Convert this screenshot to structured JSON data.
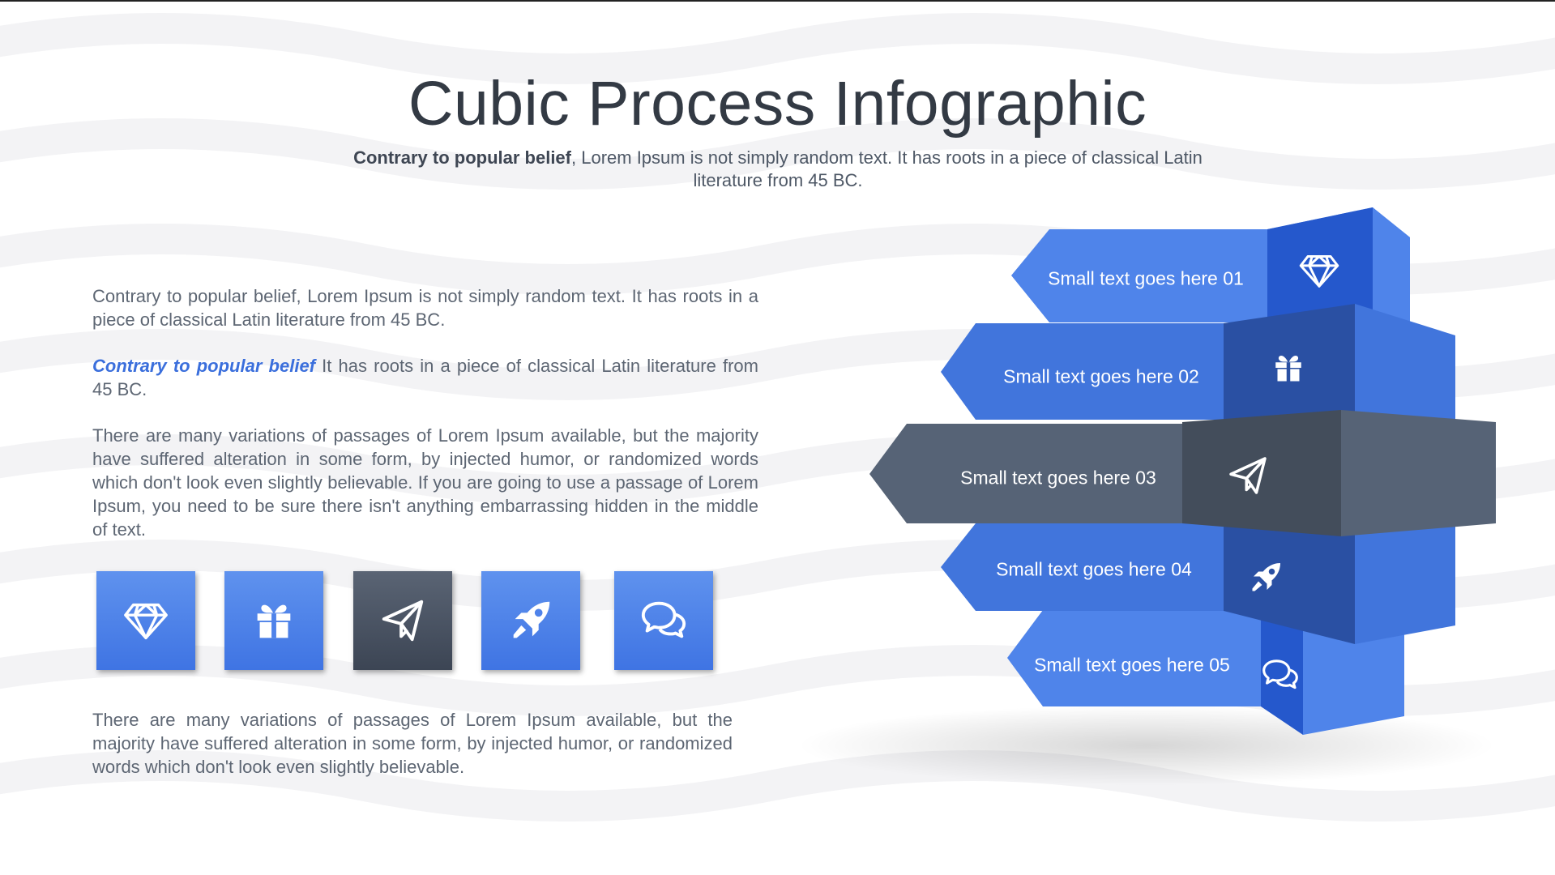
{
  "title": "Cubic Process Infographic",
  "subtitle": {
    "bold": "Contrary to popular belief",
    "rest": ", Lorem Ipsum is not simply random text. It has roots in a piece of classical Latin literature from 45 BC."
  },
  "paragraphs": {
    "p1": "Contrary to popular belief, Lorem Ipsum is not simply random text. It has roots in a piece of classical Latin literature from 45 BC.",
    "p2_emphasis": "Contrary to popular belief",
    "p2_rest": " It has roots in a piece of classical Latin literature from 45 BC.",
    "p3": "There are many variations of passages of Lorem Ipsum available, but the majority have suffered alteration in some form, by injected humor, or randomized words which don't look even slightly believable. If you are going to use a passage of Lorem Ipsum, you need to be sure there isn't anything embarrassing hidden in the middle of text.",
    "p4": "There are many variations of passages of Lorem Ipsum available, but the majority have suffered alteration in some form, by injected humor, or randomized words which don't look even slightly believable."
  },
  "icon_row": [
    {
      "icon": "diamond-icon",
      "style": "blue"
    },
    {
      "icon": "gift-icon",
      "style": "blue"
    },
    {
      "icon": "paper-plane-icon",
      "style": "dark"
    },
    {
      "icon": "rocket-icon",
      "style": "blue"
    },
    {
      "icon": "chat-bubbles-icon",
      "style": "blue"
    }
  ],
  "steps": [
    {
      "label": "Small text goes here 01",
      "icon": "diamond-icon"
    },
    {
      "label": "Small text goes here 02",
      "icon": "gift-icon"
    },
    {
      "label": "Small text goes here 03",
      "icon": "paper-plane-icon"
    },
    {
      "label": "Small text goes here 04",
      "icon": "rocket-icon"
    },
    {
      "label": "Small text goes here 05",
      "icon": "chat-bubbles-icon"
    }
  ],
  "colors": {
    "accent_blue": "#3f74e3",
    "dark_slate": "#4a5464",
    "text_gray": "#5d6673",
    "emphasis_blue": "#3b6fdc"
  }
}
